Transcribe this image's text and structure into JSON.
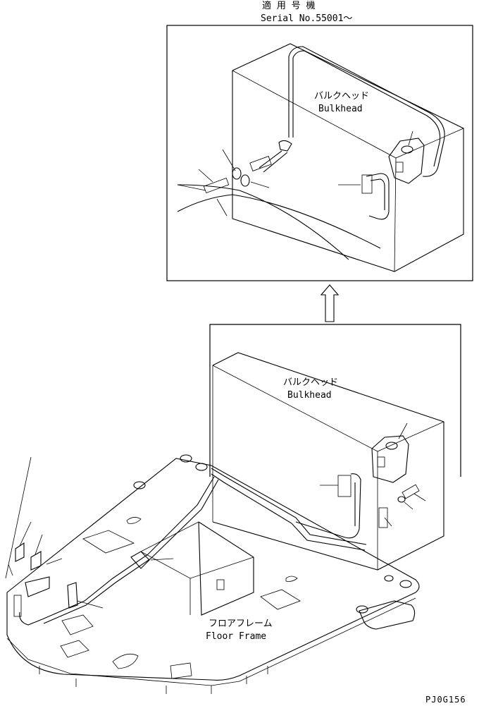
{
  "header": {
    "applicable_machine_jp": "適 用 号 機",
    "serial_label": "Serial No.55001～"
  },
  "detail_view": {
    "bulkhead_jp": "バルクヘッド",
    "bulkhead_en": "Bulkhead"
  },
  "main_view": {
    "bulkhead_jp": "バルクヘッド",
    "bulkhead_en": "Bulkhead",
    "floor_frame_jp": "フロアフレーム",
    "floor_frame_en": "Floor Frame"
  },
  "footer": {
    "drawing_code": "PJ0G156"
  }
}
